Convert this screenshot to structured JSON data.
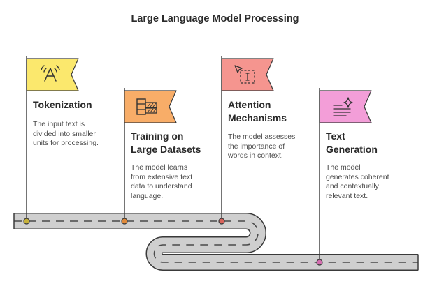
{
  "title": "Large Language Model Processing",
  "steps": [
    {
      "heading_lines": [
        "Tokenization"
      ],
      "description_lines": [
        "The input text is",
        "divided into smaller",
        "units for processing."
      ],
      "flag_color": "#fbe86d",
      "pin_color": "#c7b23a",
      "icon": "text-glyph-icon"
    },
    {
      "heading_lines": [
        "Training on",
        "Large Datasets"
      ],
      "description_lines": [
        "The model learns",
        "from extensive text",
        "data to understand",
        "language."
      ],
      "flag_color": "#f8ad68",
      "pin_color": "#e08a3a",
      "icon": "data-table-icon"
    },
    {
      "heading_lines": [
        "Attention",
        "Mechanisms"
      ],
      "description_lines": [
        "The model assesses",
        "the importance of",
        "words in context."
      ],
      "flag_color": "#f5958f",
      "pin_color": "#d8645c",
      "icon": "cursor-select-icon"
    },
    {
      "heading_lines": [
        "Text",
        "Generation"
      ],
      "description_lines": [
        "The model",
        "generates coherent",
        "and contextually",
        "relevant text."
      ],
      "flag_color": "#f39ed8",
      "pin_color": "#d46fb0",
      "icon": "sparkle-text-icon"
    }
  ],
  "colors": {
    "road": "#cfcfcf",
    "road_outline": "#3a3a3a",
    "road_dash": "#4a4a4a",
    "pole": "#3a3a3a"
  }
}
